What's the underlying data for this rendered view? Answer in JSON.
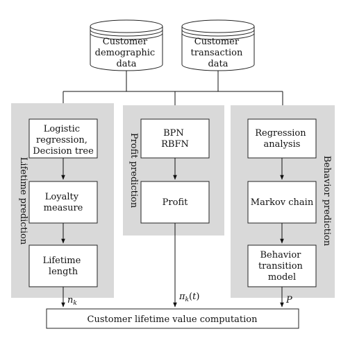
{
  "sources": {
    "demographic": [
      "Customer",
      "demographic",
      "data"
    ],
    "transaction": [
      "Customer",
      "transaction",
      "data"
    ]
  },
  "panels": {
    "lifetime": {
      "label": "Lifetime prediction",
      "nodes": [
        [
          "Logistic",
          "regression,",
          "Decision tree"
        ],
        [
          "Loyalty",
          "measure"
        ],
        [
          "Lifetime",
          "length"
        ]
      ],
      "output_symbol": "n_k"
    },
    "profit": {
      "label": "Profit prediction",
      "nodes": [
        [
          "BPN",
          "RBFN"
        ],
        [
          "Profit"
        ]
      ],
      "output_symbol": "π_k(t)"
    },
    "behavior": {
      "label": "Behavior prediction",
      "nodes": [
        [
          "Regression",
          "analysis"
        ],
        [
          "Markov chain"
        ],
        [
          "Behavior",
          "transition",
          "model"
        ]
      ],
      "output_symbol": "P"
    }
  },
  "result": {
    "label": "Customer lifetime value computation"
  }
}
